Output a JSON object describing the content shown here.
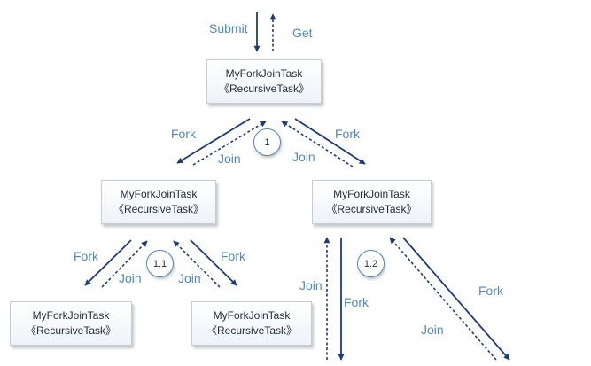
{
  "nodes": {
    "root": {
      "name": "MyForkJoinTask",
      "type": "《RecursiveTask》"
    },
    "left": {
      "name": "MyForkJoinTask",
      "type": "《RecursiveTask》"
    },
    "right": {
      "name": "MyForkJoinTask",
      "type": "《RecursiveTask》"
    },
    "leftleft": {
      "name": "MyForkJoinTask",
      "type": "《RecursiveTask》"
    },
    "leftright": {
      "name": "MyForkJoinTask",
      "type": "《RecursiveTask》"
    }
  },
  "labels": {
    "submit": "Submit",
    "get": "Get",
    "fork": "Fork",
    "join": "Join"
  },
  "steps": {
    "s1": "1",
    "s1_1": "1.1",
    "s1_2": "1.2"
  },
  "colors": {
    "arrow": "#1d3a7a",
    "label": "#4f87c4",
    "box_border": "#c6ccd3"
  }
}
